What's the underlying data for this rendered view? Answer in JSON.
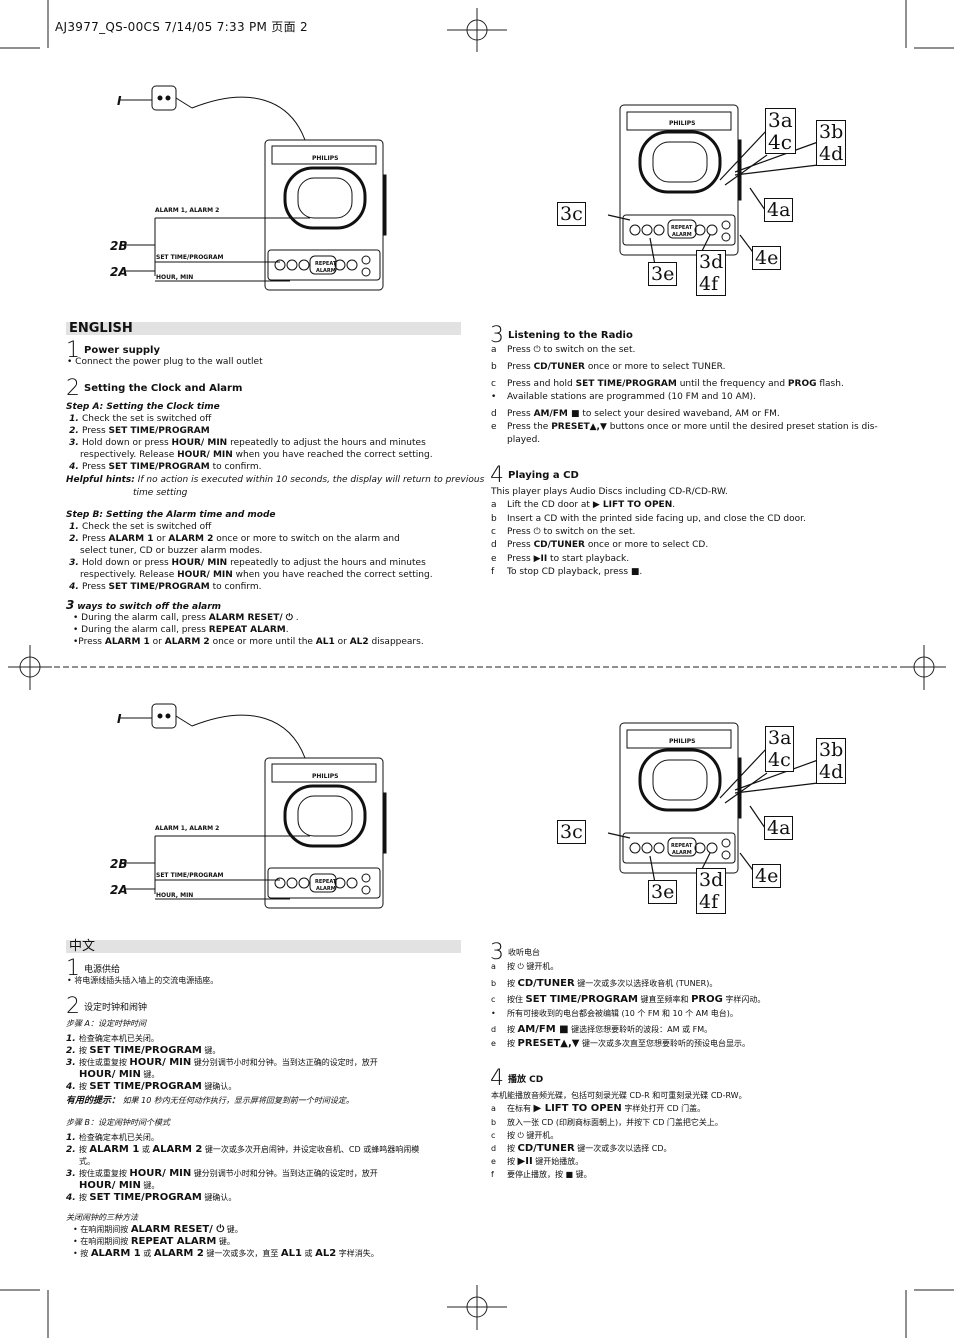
{
  "header": "AJ3977_QS-00CS 7/14/05 7:33 PM 页面 2",
  "diagram": {
    "brand": "PHILIPS",
    "labels": {
      "l1": "I",
      "l2b": "2B",
      "l2a": "2A"
    },
    "small": {
      "alarm": "ALARM 1,   ALARM 2",
      "setTime": "SET TIME/PROGRAM",
      "hourMin": "HOUR, MIN",
      "repeat": "REPEAT",
      "alarmWord": "ALARM"
    },
    "callouts": [
      "3a\n4c",
      "3b\n4d",
      "3c",
      "4a",
      "4e",
      "3e",
      "3d\n4f"
    ]
  },
  "en": {
    "title": "ENGLISH",
    "s1": {
      "num": "1",
      "head": "Power supply",
      "l1": "• Connect the power plug to the wall outlet"
    },
    "s2": {
      "num": "2",
      "head": "Setting the Clock and Alarm"
    },
    "stepA": "Step A:  Setting the Clock time",
    "a1": "Check the set is switched off",
    "a2": [
      "Press ",
      "SET TIME/PROGRAM"
    ],
    "a3": [
      "Hold down or press ",
      "HOUR/ MIN",
      " repeatedly to adjust the hours and minutes"
    ],
    "a3b": [
      "respectively. Release ",
      "HOUR/ MIN",
      " when you have reached the correct setting."
    ],
    "a4": [
      "Press ",
      "SET TIME/PROGRAM",
      " to confirm."
    ],
    "hint": "Helpful hints:",
    "hint1": "If no action is executed within 10 seconds, the display will return to previous",
    "hint2": "time setting",
    "stepB": "Step B:  Setting the Alarm time and mode",
    "b1": "Check the set is switched off",
    "b2": [
      "Press ",
      "ALARM 1",
      " or ",
      "ALARM 2",
      " once or more to switch on the alarm and"
    ],
    "b2b": "select tuner, CD or buzzer alarm modes.",
    "b3": [
      "Hold down or press ",
      "HOUR/ MIN",
      " repeatedly to adjust the hours and minutes"
    ],
    "b3b": [
      "respectively. Release ",
      "HOUR/ MIN",
      " when you have reached the correct setting."
    ],
    "b4": [
      "Press ",
      "SET TIME/PROGRAM",
      " to confirm."
    ],
    "ways": {
      "num": "3",
      "head": "ways to switch off the alarm"
    },
    "w1": [
      "• During the alarm call, press ",
      "ALARM RESET/ ⏻",
      " ."
    ],
    "w2": [
      "• During the alarm call, press ",
      "REPEAT ALARM",
      "."
    ],
    "w3": [
      "•Press ",
      "ALARM 1",
      " or ",
      "ALARM 2",
      " once or more until the ",
      "AL1",
      " or ",
      "AL2",
      " disappears."
    ],
    "s3": {
      "num": "3",
      "head": "Listening to the Radio"
    },
    "r_a": [
      "a",
      "Press ⏻ to switch on the set."
    ],
    "r_b": [
      "b",
      "Press ",
      "CD/TUNER",
      " once or more to select TUNER."
    ],
    "r_c": [
      "c",
      "Press and hold ",
      "SET TIME/PROGRAM",
      " until the frequency and ",
      "PROG",
      " flash."
    ],
    "r_c2": [
      "•",
      "Available stations are programmed (10 FM and 10 AM)."
    ],
    "r_d": [
      "d",
      "Press ",
      "AM/FM ■",
      " to select your desired waveband, AM or FM."
    ],
    "r_e": [
      "e",
      "Press the ",
      "PRESET▲,▼",
      " buttons once or more until the desired preset station is dis-"
    ],
    "r_e2": "played.",
    "s4": {
      "num": "4",
      "head": "Playing a CD"
    },
    "c0": "This player plays Audio Discs including CD-R/CD-RW.",
    "c_a": [
      "a",
      "Lift the CD door at ",
      "▶  LIFT TO OPEN",
      "."
    ],
    "c_b": [
      "b",
      "Insert a CD with the printed side facing up, and close the CD door."
    ],
    "c_c": [
      "c",
      "Press ⏻ to switch on the set."
    ],
    "c_d": [
      "d",
      "Press ",
      "CD/TUNER",
      " once or more to select CD."
    ],
    "c_e": [
      "e",
      "Press ",
      "▶II",
      " to start playback."
    ],
    "c_f": [
      "f",
      "To stop CD playback, press ■."
    ]
  },
  "zh": {
    "title": "中文",
    "s1": {
      "num": "1",
      "head": "电源供给",
      "l1": "• 将电源线插头插入墙上的交流电源插座。"
    },
    "s2": {
      "num": "2",
      "head": "设定时钟和闹钟"
    },
    "stepA": "步骤 A：设定时钟时间",
    "a1": "检查确定本机已关闭。",
    "a2": [
      "按 ",
      "SET TIME/PROGRAM",
      " 键。"
    ],
    "a3": [
      "按住或重复按 ",
      "HOUR/ MIN",
      " 键分别调节小时和分钟。当到达正确的设定时，放开"
    ],
    "a3b": [
      "HOUR/ MIN",
      " 键。"
    ],
    "a4": [
      "按 ",
      "SET TIME/PROGRAM",
      " 键确认。"
    ],
    "hint": "有用的提示：",
    "hint1": "如果 10 秒内无任何动作执行，显示屏将回复到前一个时间设定。",
    "stepB": "步骤 B：设定闹钟时间个模式",
    "b1": "检查确定本机已关闭。",
    "b2": [
      "按 ",
      "ALARM 1",
      " 或 ",
      "ALARM 2",
      " 键一次或多次开启闹钟，并设定收音机、CD 或蜂鸣器响闹模"
    ],
    "b2b": "式。",
    "b3": [
      "按住或重复按 ",
      "HOUR/ MIN",
      " 键分别调节小时和分钟。当到达正确的设定时，放开"
    ],
    "b3b": [
      "HOUR/ MIN",
      " 键。"
    ],
    "b4": [
      "按 ",
      "SET TIME/PROGRAM",
      " 键确认。"
    ],
    "ways": "关闭闹钟的三种方法",
    "w1": [
      "• 在响闹期间按 ",
      "ALARM RESET/ ⏻",
      " 键。"
    ],
    "w2": [
      "• 在响闹期间按 ",
      "REPEAT ALARM",
      " 键。"
    ],
    "w3": [
      "• 按 ",
      "ALARM 1",
      " 或 ",
      "ALARM 2",
      " 键一次或多次，直至 ",
      "AL1",
      " 或 ",
      "AL2",
      " 字样消失。"
    ],
    "s3": {
      "num": "3",
      "head": "收听电台"
    },
    "r_a": [
      "a",
      "按 ⏻ 键开机。"
    ],
    "r_b": [
      "b",
      "按 ",
      "CD/TUNER",
      " 键一次或多次以选择收音机 (TUNER)。"
    ],
    "r_c": [
      "c",
      "按住 ",
      "SET TIME/PROGRAM",
      " 键直至频率和 ",
      "PROG",
      " 字样闪动。"
    ],
    "r_c2": [
      "•",
      "所有可接收到的电台都会被编辑 (10 个 FM 和 10 个 AM 电台)。"
    ],
    "r_d": [
      "d",
      "按 ",
      "AM/FM ■",
      " 键选择您想要聆听的波段：AM 或 FM。"
    ],
    "r_e": [
      "e",
      "按 ",
      "PRESET▲,▼",
      " 键一次或多次直至您想要聆听的预设电台显示。"
    ],
    "s4": {
      "num": "4",
      "head": "播放 CD"
    },
    "c0": "本机能播放音频光碟，包括可刻录光碟 CD-R 和可重刻录光碟 CD-RW。",
    "c_a": [
      "a",
      "在标有 ",
      "▶  LIFT TO OPEN",
      " 字样处打开 CD 门盖。"
    ],
    "c_b": [
      "b",
      "放入一张 CD (印刷商标面朝上)，并按下 CD 门盖把它关上。"
    ],
    "c_c": [
      "c",
      "按 ⏻ 键开机。"
    ],
    "c_d": [
      "d",
      "按 ",
      "CD/TUNER",
      " 键一次或多次以选择 CD。"
    ],
    "c_e": [
      "e",
      "按 ",
      "▶II",
      " 键开始播放。"
    ],
    "c_f": [
      "f",
      "要停止播放，按 ■ 键。"
    ]
  }
}
